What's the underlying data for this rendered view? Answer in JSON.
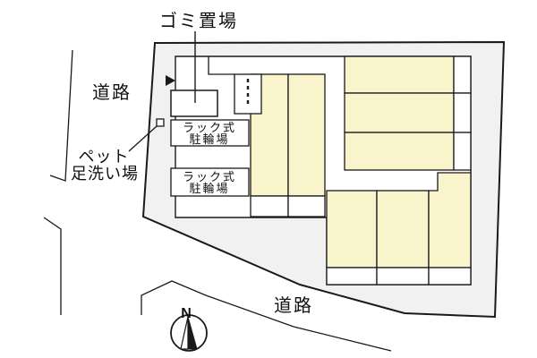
{
  "diagram": {
    "type": "site-plan",
    "labels": {
      "garbage_area": "ゴミ置場",
      "road_left": "道路",
      "road_bottom": "道路",
      "pet_wash_line1": "ペット",
      "pet_wash_line2": "足洗い場",
      "rack_bicycle_1_line1": "ラック式",
      "rack_bicycle_1_line2": "駐輪場",
      "rack_bicycle_2_line1": "ラック式",
      "rack_bicycle_2_line2": "駐輪場",
      "north": "N"
    },
    "colors": {
      "site_fill": "#F1F1F1",
      "stall_fill": "#FAF4CC",
      "inner_fill": "#FFFFFF",
      "line": "#1A1A1A"
    }
  }
}
